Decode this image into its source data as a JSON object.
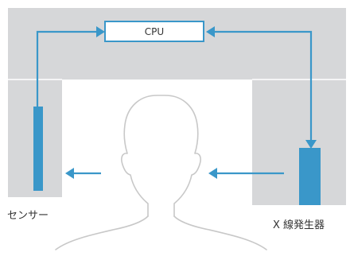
{
  "diagram": {
    "cpu_label": "CPU",
    "sensor_label": "センサー",
    "xray_generator_label": "X 線発生器"
  },
  "colors": {
    "panel_gray": "#d6d7d9",
    "accent_blue": "#3a97c9",
    "box_blue": "#3a97c9",
    "silhouette_stroke": "#c8c8c8",
    "text": "#333333"
  }
}
